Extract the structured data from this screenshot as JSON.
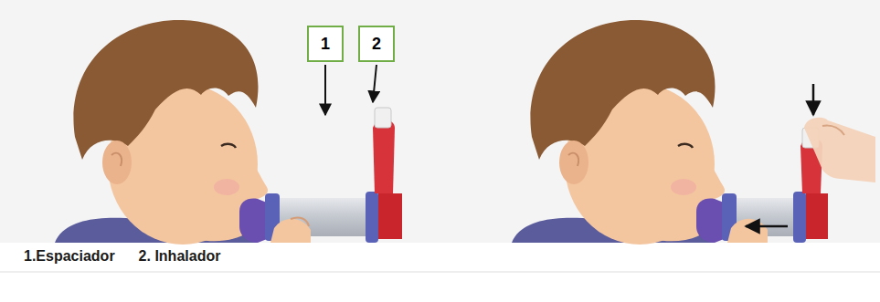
{
  "diagram": {
    "nodes": [
      {
        "text": [
          "1"
        ]
      },
      {
        "text": [
          "2"
        ]
      }
    ],
    "labels": [
      "1.Espaciador",
      "2. Inhalador"
    ]
  }
}
